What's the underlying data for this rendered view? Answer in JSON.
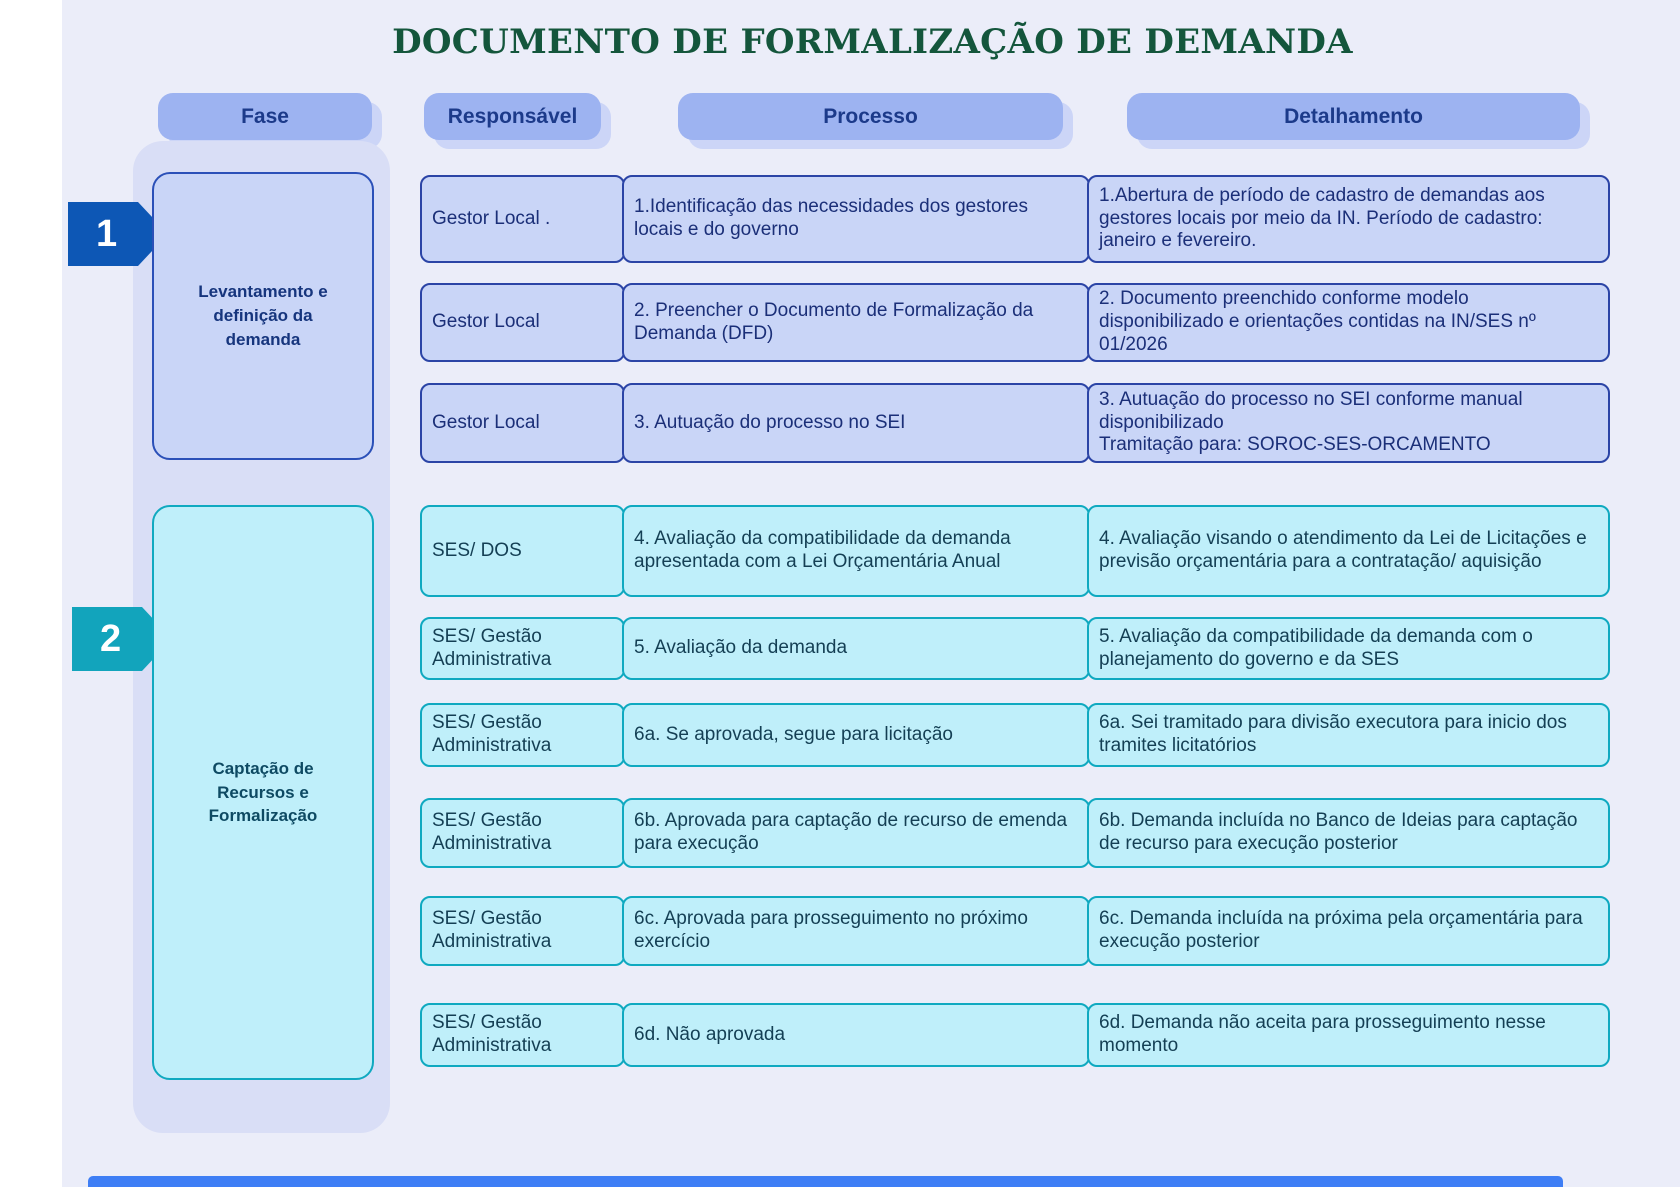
{
  "title": "DOCUMENTO DE FORMALIZAÇÃO DE DEMANDA",
  "columns": {
    "fase": "Fase",
    "responsavel": "Responsável",
    "processo": "Processo",
    "detalhamento": "Detalhamento"
  },
  "phases": [
    {
      "number": "1",
      "label": "Levantamento e definição da demanda",
      "color": "#0d57b5"
    },
    {
      "number": "2",
      "label": "Captação de Recursos e Formalização",
      "color": "#12a4bc"
    }
  ],
  "rows": [
    {
      "phase": 1,
      "responsavel": "Gestor Local .",
      "processo": "1.Identificação das necessidades dos gestores locais e do governo",
      "detalhamento": "1.Abertura de período de cadastro de demandas aos gestores locais por meio da IN. Período de cadastro: janeiro e fevereiro."
    },
    {
      "phase": 1,
      "responsavel": "Gestor Local",
      "processo": "2. Preencher o Documento de Formalização da Demanda (DFD)",
      "detalhamento": "2. Documento preenchido conforme modelo disponibilizado e orientações contidas na IN/SES nº 01/2026"
    },
    {
      "phase": 1,
      "responsavel": "Gestor Local",
      "processo": "3. Autuação do processo no SEI",
      "detalhamento": "3. Autuação do processo no SEI conforme manual disponibilizado\nTramitação para: SOROC-SES-ORCAMENTO"
    },
    {
      "phase": 2,
      "responsavel": "SES/ DOS",
      "processo": "4. Avaliação da compatibilidade da demanda apresentada com a Lei Orçamentária Anual",
      "detalhamento": "4. Avaliação visando o atendimento da Lei de Licitações e previsão orçamentária para a contratação/ aquisição"
    },
    {
      "phase": 2,
      "responsavel": "SES/ Gestão Administrativa",
      "processo": "5. Avaliação da demanda",
      "detalhamento": "5. Avaliação da compatibilidade da demanda com o planejamento do governo e da SES"
    },
    {
      "phase": 2,
      "responsavel": "SES/ Gestão Administrativa",
      "processo": "6a. Se aprovada, segue para licitação",
      "detalhamento": "6a. Sei tramitado para divisão executora para inicio dos tramites licitatórios"
    },
    {
      "phase": 2,
      "responsavel": "SES/ Gestão Administrativa",
      "processo": "6b. Aprovada para captação de recurso de emenda para execução",
      "detalhamento": "6b. Demanda incluída no Banco de Ideias para captação de recurso para execução posterior"
    },
    {
      "phase": 2,
      "responsavel": "SES/ Gestão Administrativa",
      "processo": "6c. Aprovada para prosseguimento no próximo exercício",
      "detalhamento": "6c. Demanda incluída na próxima pela orçamentária para execução posterior"
    },
    {
      "phase": 2,
      "responsavel": "SES/ Gestão Administrativa",
      "processo": "6d. Não aprovada",
      "detalhamento": "6d. Demanda não aceita para prosseguimento nesse momento"
    }
  ],
  "colors": {
    "page_background": "#ebedf9",
    "title_green": "#14563c",
    "header_pill": "#9db3f1",
    "header_pill_text": "#1c3a8a",
    "fase_panel": "#d9def6",
    "blue_row_bg": "#c9d5f7",
    "blue_row_border": "#2b44a6",
    "blue_row_text": "#1b2f78",
    "teal_row_bg": "#bfeffa",
    "teal_row_border": "#0fa9c0",
    "teal_row_text": "#143f54",
    "phase1_badge": "#0d57b5",
    "phase2_badge": "#12a4bc",
    "bottom_bar": "#3e7ef5"
  }
}
